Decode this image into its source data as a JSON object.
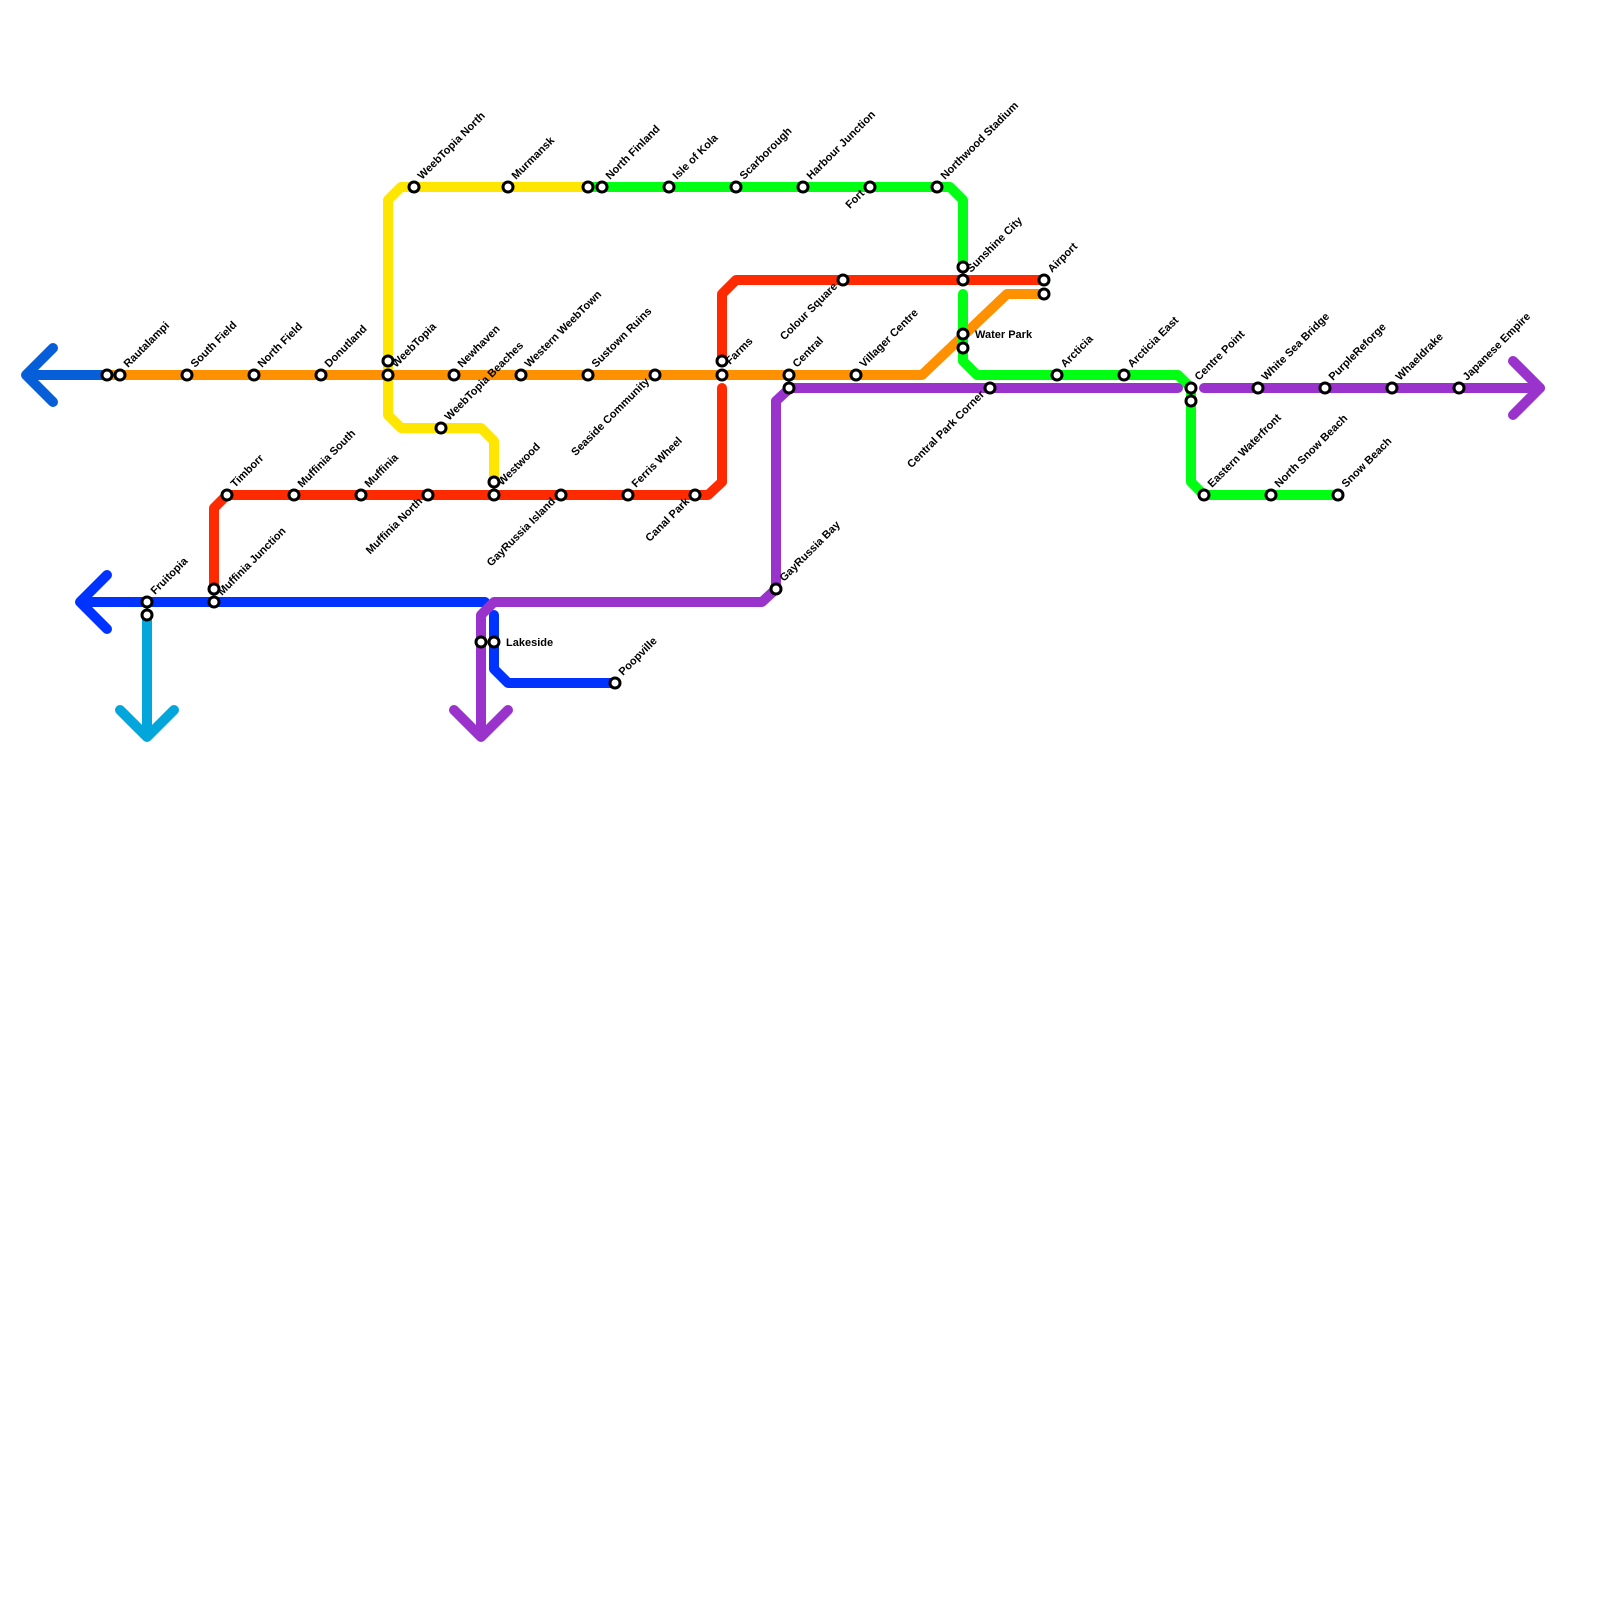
{
  "colors": {
    "orange": "#ff9000",
    "red": "#ff2a00",
    "yellow": "#ffe600",
    "green": "#00ff12",
    "blue": "#0033ff",
    "purple": "#9933cc",
    "cyan": "#03a6da",
    "dark_blue": "#065fd8"
  },
  "stations": [
    {
      "name": "Rautalampi"
    },
    {
      "name": "South Field"
    },
    {
      "name": "North Field"
    },
    {
      "name": "Donutland"
    },
    {
      "name": "WeebTopia"
    },
    {
      "name": "Newhaven"
    },
    {
      "name": "WeebTopia Beaches"
    },
    {
      "name": "Western WeebTown"
    },
    {
      "name": "Sustown Ruins"
    },
    {
      "name": "Seaside Community"
    },
    {
      "name": "Farms"
    },
    {
      "name": "Central"
    },
    {
      "name": "Villager Centre"
    },
    {
      "name": "Water Park"
    },
    {
      "name": "Airport"
    },
    {
      "name": "WeebTopia North"
    },
    {
      "name": "Murmansk"
    },
    {
      "name": "North Finland"
    },
    {
      "name": "Isle of Kola"
    },
    {
      "name": "Scarborough"
    },
    {
      "name": "Harbour Junction"
    },
    {
      "name": "Fort"
    },
    {
      "name": "Northwood Stadium"
    },
    {
      "name": "Sunshine City"
    },
    {
      "name": "Colour Square"
    },
    {
      "name": "Arcticia"
    },
    {
      "name": "Arcticia East"
    },
    {
      "name": "Centre Point"
    },
    {
      "name": "Eastern Waterfront"
    },
    {
      "name": "North Snow Beach"
    },
    {
      "name": "Snow Beach"
    },
    {
      "name": "Central Park Corner"
    },
    {
      "name": "White Sea Bridge"
    },
    {
      "name": "PurpleReforge"
    },
    {
      "name": "Whaeldrake"
    },
    {
      "name": "Japanese Empire"
    },
    {
      "name": "Timborr"
    },
    {
      "name": "Muffinia South"
    },
    {
      "name": "Muffinia"
    },
    {
      "name": "Muffinia North"
    },
    {
      "name": "Westwood"
    },
    {
      "name": "GayRussia Island"
    },
    {
      "name": "Ferris Wheel"
    },
    {
      "name": "Canal Park"
    },
    {
      "name": "Fruitopia"
    },
    {
      "name": "Muffinia Junction"
    },
    {
      "name": "Lakeside"
    },
    {
      "name": "Poopville"
    },
    {
      "name": "GayRussia Bay"
    }
  ]
}
